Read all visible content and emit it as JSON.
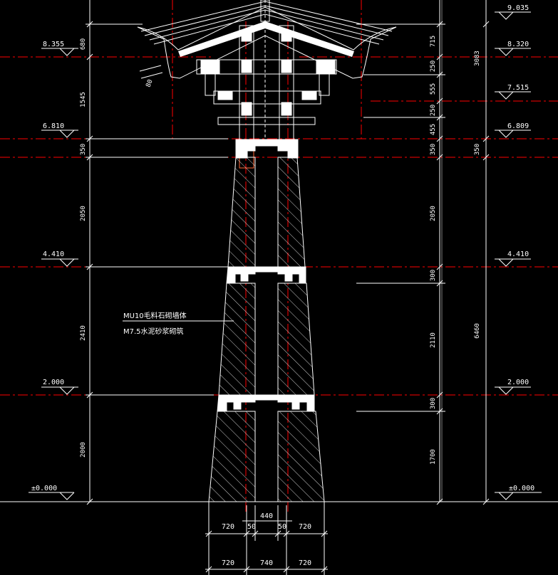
{
  "colors": {
    "background": "#000000",
    "line": "#ffffff",
    "axis": "#ff0000",
    "section_fill": "#ffffff",
    "hatch": "#ffffff"
  },
  "elevations_left": [
    {
      "id": "lvl-8355",
      "value": "8.355"
    },
    {
      "id": "lvl-6810",
      "value": "6.810"
    },
    {
      "id": "lvl-4410",
      "value": "4.410"
    },
    {
      "id": "lvl-2000",
      "value": "2.000"
    },
    {
      "id": "lvl-0000",
      "value": "±0.000"
    }
  ],
  "elevations_right": [
    {
      "id": "lvl-9035",
      "value": "9.035"
    },
    {
      "id": "lvl-8320",
      "value": "8.320"
    },
    {
      "id": "lvl-7515",
      "value": "7.515"
    },
    {
      "id": "lvl-6809",
      "value": "6.809"
    },
    {
      "id": "lvl-4410r",
      "value": "4.410"
    },
    {
      "id": "lvl-2000r",
      "value": "2.000"
    },
    {
      "id": "lvl-0000r",
      "value": "±0.000"
    }
  ],
  "dims_left": [
    "680",
    "1545",
    "350",
    "2050",
    "2410",
    "2000"
  ],
  "dims_right_inner": [
    "715",
    "250",
    "555",
    "250",
    "455",
    "350",
    "2050",
    "300",
    "2110",
    "300",
    "1700"
  ],
  "dims_right_outer": [
    "3083",
    "350",
    "6460"
  ],
  "dims_bottom_row1": [
    "720",
    "50",
    "440",
    "50",
    "720"
  ],
  "dims_bottom_row2": [
    "720",
    "740",
    "720"
  ],
  "bracket_dim": "80",
  "note_lines": [
    "MU10毛料石砌墙体",
    "M7.5水泥砂浆砌筑"
  ]
}
